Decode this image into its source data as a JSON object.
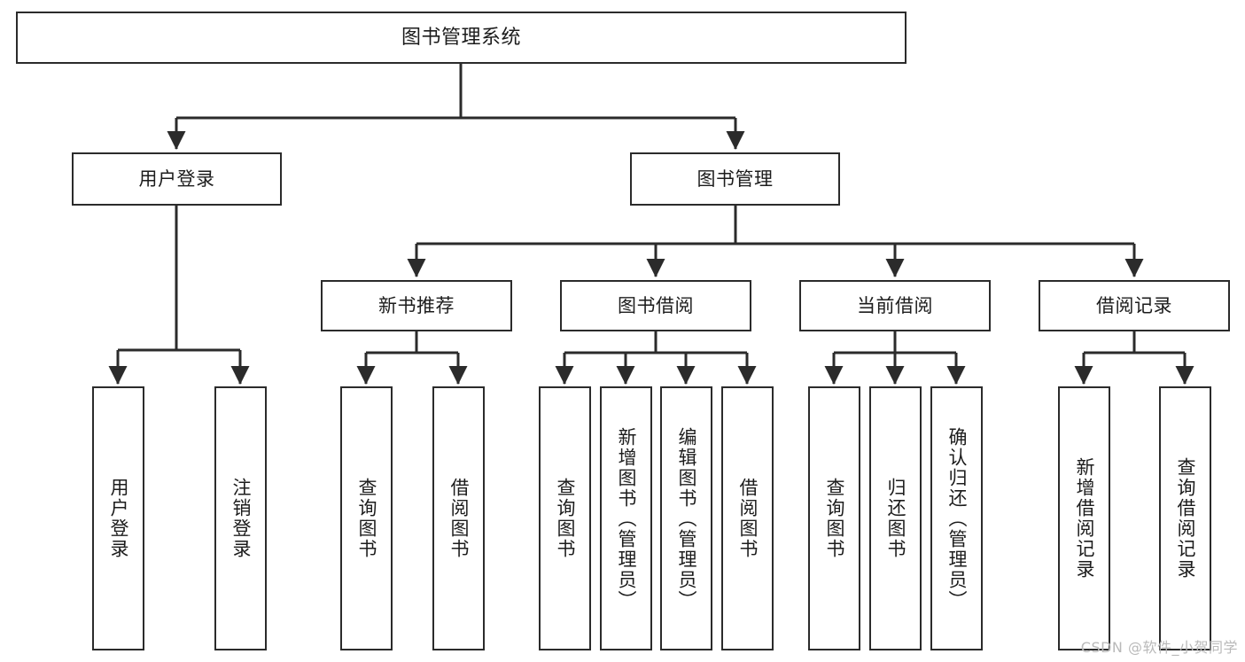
{
  "diagram": {
    "title": "图书管理系统",
    "watermark": "CSDN @软件_小贺同学",
    "accent_color": "#2b2b2b",
    "background_color": "#ffffff",
    "levels": {
      "root": "图书管理系统",
      "level2": [
        "用户登录",
        "图书管理"
      ],
      "level3": [
        "新书推荐",
        "图书借阅",
        "当前借阅",
        "借阅记录"
      ],
      "leaves": [
        "用户登录",
        "注销登录",
        "查询图书",
        "借阅图书",
        "查询图书",
        "新增图书（管理员）",
        "编辑图书（管理员）",
        "借阅图书",
        "查询图书",
        "归还图书",
        "确认归还（管理员）",
        "新增借阅记录",
        "查询借阅记录"
      ]
    },
    "nodes": {
      "root": {
        "label": "图书管理系统"
      },
      "user_login": {
        "label": "用户登录"
      },
      "book_manage": {
        "label": "图书管理"
      },
      "new_book_rec": {
        "label": "新书推荐"
      },
      "book_borrow": {
        "label": "图书借阅"
      },
      "current_borrow": {
        "label": "当前借阅"
      },
      "borrow_record": {
        "label": "借阅记录"
      },
      "leaf_user_login": {
        "label": "用户登录"
      },
      "leaf_logout": {
        "label": "注销登录"
      },
      "leaf_query_book_1": {
        "label": "查询图书"
      },
      "leaf_borrow_book_1": {
        "label": "借阅图书"
      },
      "leaf_query_book_2": {
        "label": "查询图书"
      },
      "leaf_add_book": {
        "label": "新增图书（管理员）"
      },
      "leaf_edit_book": {
        "label": "编辑图书（管理员）"
      },
      "leaf_borrow_book_2": {
        "label": "借阅图书"
      },
      "leaf_query_book_3": {
        "label": "查询图书"
      },
      "leaf_return_book": {
        "label": "归还图书"
      },
      "leaf_confirm_return": {
        "label": "确认归还（管理员）"
      },
      "leaf_add_record": {
        "label": "新增借阅记录"
      },
      "leaf_query_record": {
        "label": "查询借阅记录"
      }
    }
  }
}
